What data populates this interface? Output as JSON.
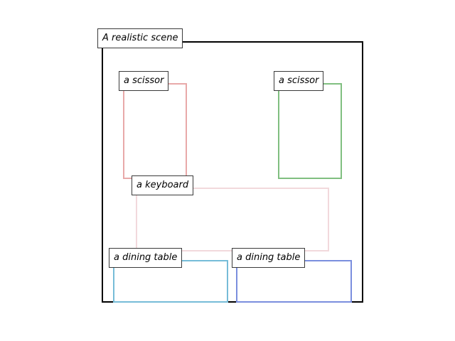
{
  "scene": {
    "label": "A realistic scene",
    "color": "#000000"
  },
  "objects": [
    {
      "id": "scissor-left",
      "label": "a scissor",
      "color": "#e8a9a9"
    },
    {
      "id": "scissor-right",
      "label": "a scissor",
      "color": "#80bf80"
    },
    {
      "id": "keyboard",
      "label": "a keyboard",
      "color": "#f2d9dc"
    },
    {
      "id": "dining-table-left",
      "label": "a dining table",
      "color": "#76bcd8"
    },
    {
      "id": "dining-table-right",
      "label": "a dining table",
      "color": "#7a8ede"
    }
  ]
}
